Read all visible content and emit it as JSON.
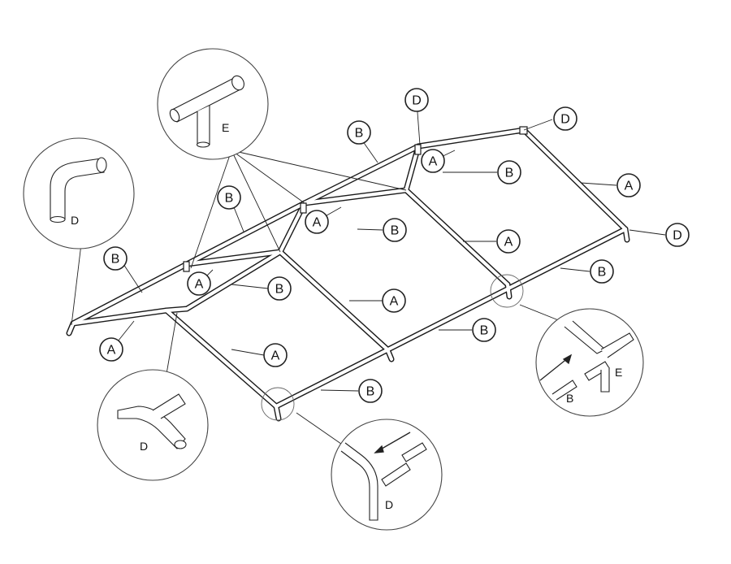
{
  "labels": {
    "a": "A",
    "b": "B",
    "d": "D",
    "e": "E"
  }
}
